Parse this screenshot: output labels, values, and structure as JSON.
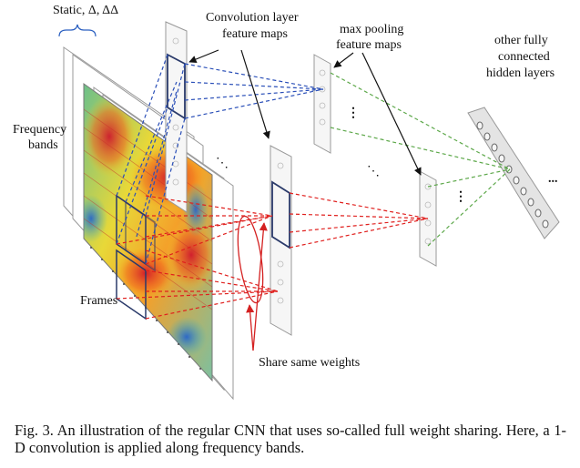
{
  "labels": {
    "static_deltas": "Static, Δ, ΔΔ",
    "frequency_bands_line1": "Frequency",
    "frequency_bands_line2": "bands",
    "frames": "Frames",
    "conv_maps_line1": "Convolution layer",
    "conv_maps_line2": "feature maps",
    "pool_maps_line1": "max pooling",
    "pool_maps_line2": "feature maps",
    "hidden_line1": "other fully",
    "hidden_line2": "connected",
    "hidden_line3": "hidden layers",
    "shared_weights": "Share same weights",
    "ellipsis_vertical": "⋮",
    "ellipsis_diagonal": "⋱",
    "ellipsis_horizontal": "..."
  },
  "colors": {
    "blue_connections": "#2a4fb8",
    "red_connections": "#e0201e",
    "green_connections": "#5da84a",
    "arrow": "#111111",
    "shared_ellipse": "#d42020"
  },
  "caption": "Fig. 3.  An illustration of the regular CNN that uses so-called full weight sharing. Here, a 1-D convolution is applied along frequency bands."
}
